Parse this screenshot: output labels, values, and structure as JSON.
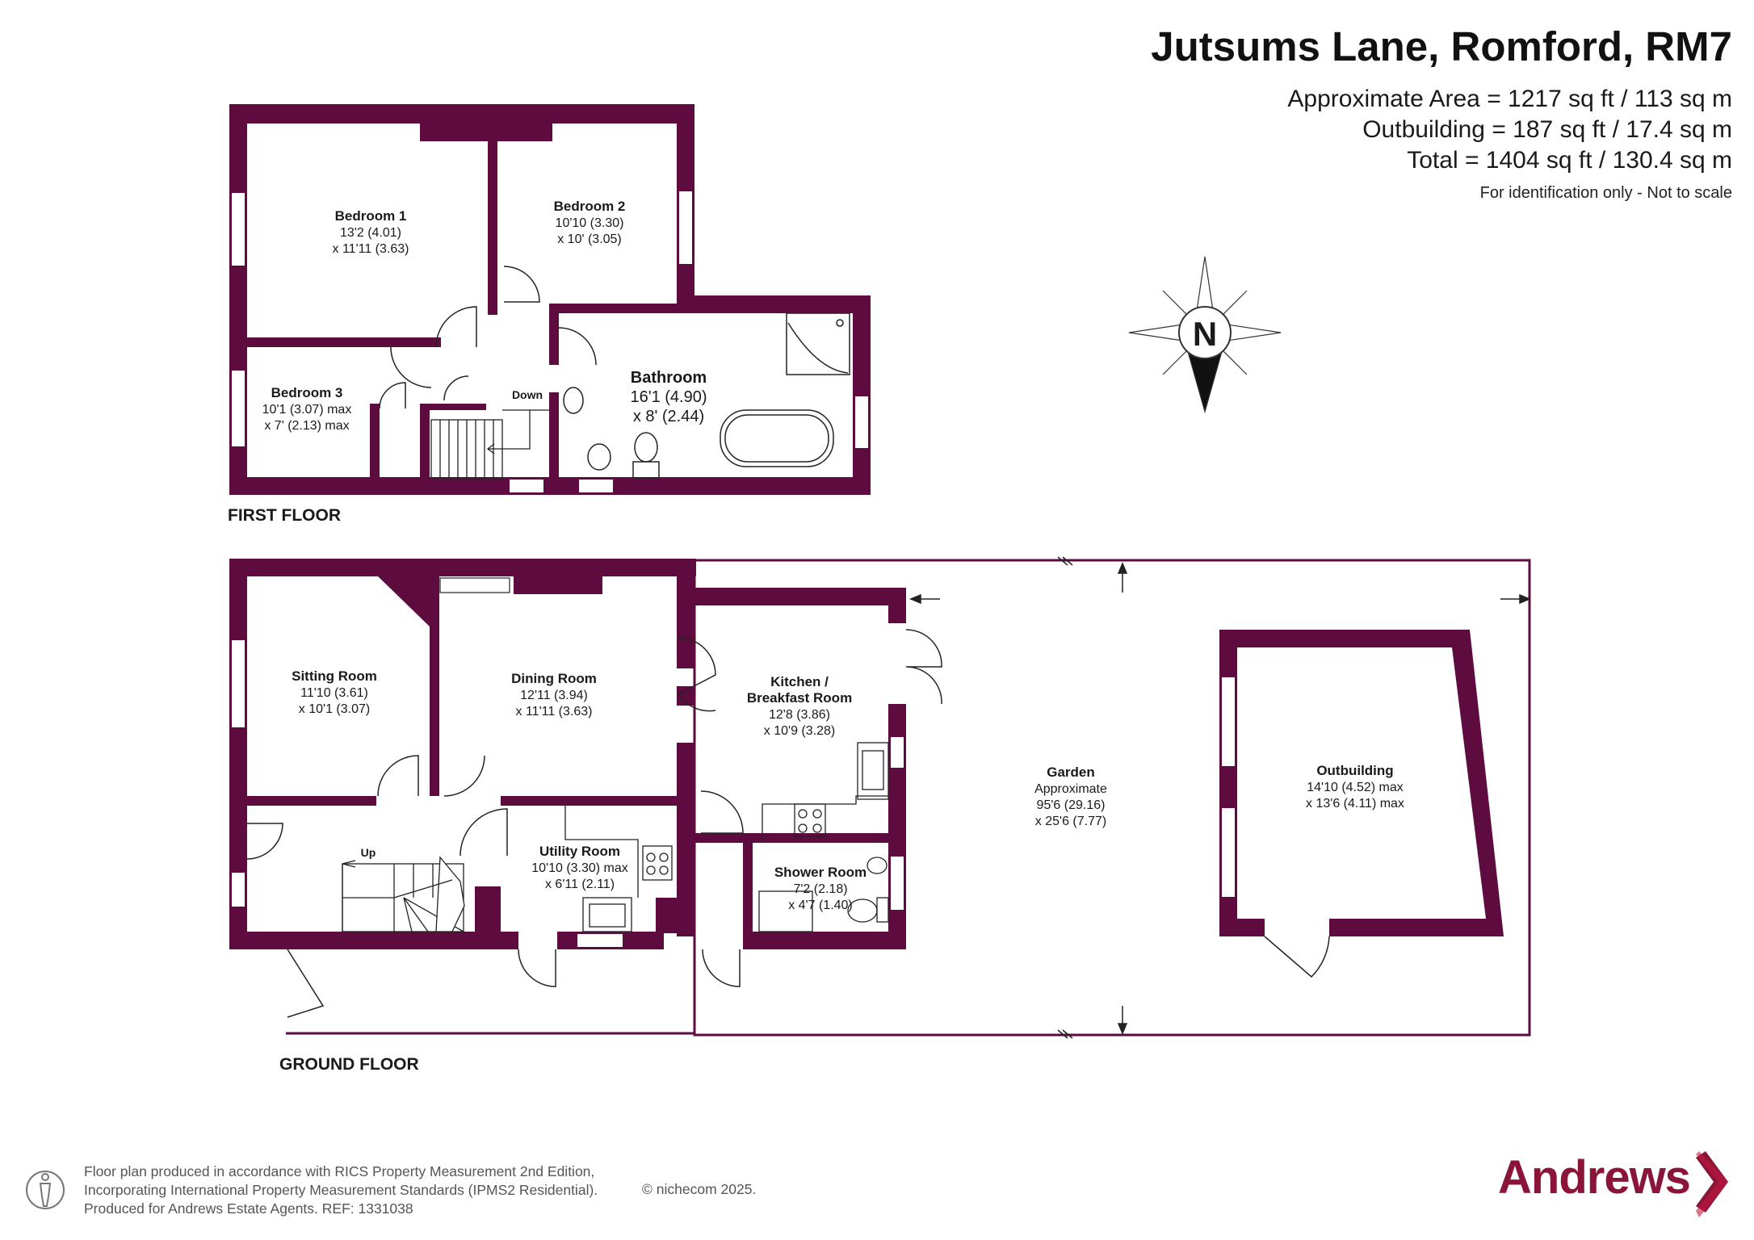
{
  "header": {
    "title": "Jutsums Lane, Romford, RM7",
    "area_lines": [
      "Approximate Area = 1217 sq ft / 113 sq m",
      "Outbuilding = 187 sq ft / 17.4 sq m",
      "Total = 1404 sq ft / 130.4 sq m"
    ],
    "note": "For identification only - Not to scale"
  },
  "compass": {
    "label": "N"
  },
  "colors": {
    "wall": "#5e0b40",
    "brand": "#8b1538",
    "line": "#222222"
  },
  "first_floor": {
    "label": "FIRST FLOOR",
    "rooms": {
      "bedroom1": {
        "name": "Bedroom 1",
        "dim1": "13'2 (4.01)",
        "dim2": "x 11'11 (3.63)"
      },
      "bedroom2": {
        "name": "Bedroom 2",
        "dim1": "10'10 (3.30)",
        "dim2": "x 10' (3.05)"
      },
      "bedroom3": {
        "name": "Bedroom 3",
        "dim1": "10'1 (3.07) max",
        "dim2": "x 7' (2.13) max"
      },
      "bathroom": {
        "name": "Bathroom",
        "dim1": "16'1 (4.90)",
        "dim2": "x 8' (2.44)"
      }
    },
    "stairs_label": "Down"
  },
  "ground_floor": {
    "label": "GROUND FLOOR",
    "rooms": {
      "sitting": {
        "name": "Sitting Room",
        "dim1": "11'10 (3.61)",
        "dim2": "x 10'1 (3.07)"
      },
      "dining": {
        "name": "Dining Room",
        "dim1": "12'11 (3.94)",
        "dim2": "x 11'11 (3.63)"
      },
      "kitchen": {
        "name1": "Kitchen /",
        "name2": "Breakfast Room",
        "dim1": "12'8 (3.86)",
        "dim2": "x 10'9 (3.28)"
      },
      "utility": {
        "name": "Utility Room",
        "dim1": "10'10 (3.30) max",
        "dim2": "x 6'11 (2.11)"
      },
      "shower": {
        "name": "Shower Room",
        "dim1": "7'2 (2.18)",
        "dim2": "x 4'7 (1.40)"
      },
      "garden": {
        "name": "Garden",
        "dim0": "Approximate",
        "dim1": "95'6 (29.16)",
        "dim2": "x 25'6 (7.77)"
      },
      "outbuilding": {
        "name": "Outbuilding",
        "dim1": "14'10 (4.52) max",
        "dim2": "x 13'6 (4.11) max"
      }
    },
    "stairs_label": "Up"
  },
  "footer": {
    "lines": [
      "Floor plan produced in accordance with RICS Property Measurement 2nd Edition,",
      "Incorporating International Property Measurement Standards (IPMS2 Residential).",
      "Produced for Andrews Estate Agents.   REF: 1331038"
    ],
    "copyright": "© nichecom 2025."
  },
  "brand": {
    "name": "Andrews"
  }
}
